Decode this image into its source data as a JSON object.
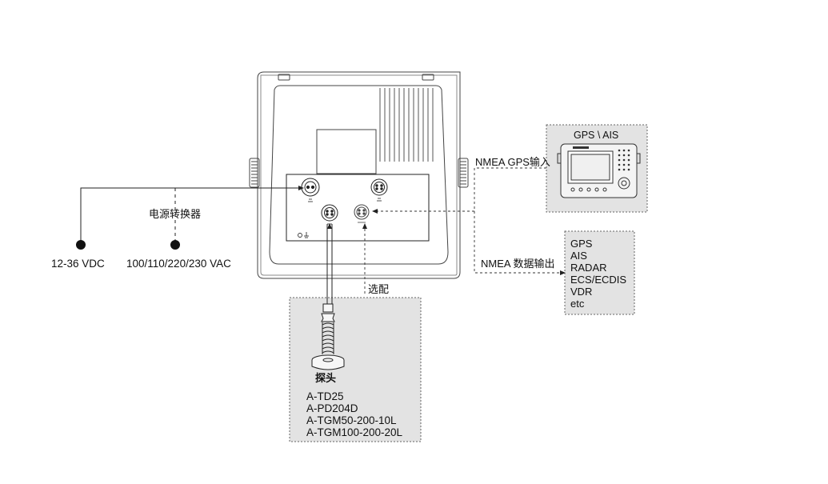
{
  "power": {
    "converter_label": "电源转换器",
    "dc_label": "12-36 VDC",
    "ac_label": "100/110/220/230 VAC"
  },
  "gps_ais": {
    "title": "GPS \\ AIS",
    "input_label": "NMEA GPS输入"
  },
  "nmea_output": {
    "label": "NMEA 数据输出",
    "devices": [
      "GPS",
      "AIS",
      "RADAR",
      "ECS/ECDIS",
      "VDR",
      "etc"
    ]
  },
  "optional_label": "选配",
  "probe": {
    "title": "探头",
    "models": [
      "A-TD25",
      "A-PD204D",
      "A-TGM50-200-10L",
      "A-TGM100-200-20L"
    ]
  }
}
